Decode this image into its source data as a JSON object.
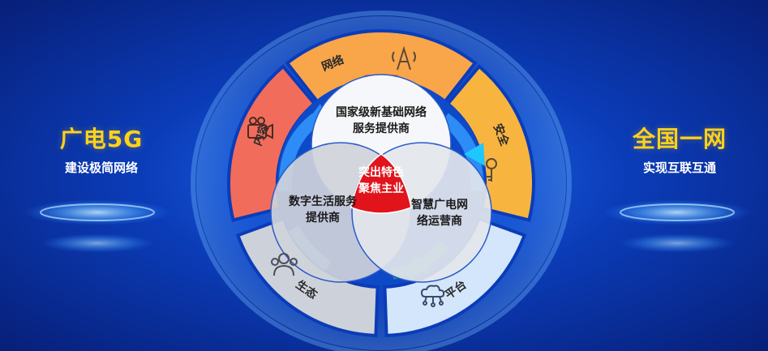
{
  "left_panel": {
    "title": "广电5G",
    "subtitle": "建设极简网络"
  },
  "right_panel": {
    "title": "全国一网",
    "subtitle": "实现互联互通"
  },
  "ring_segments": [
    {
      "label": "网络",
      "icon": "antenna-tower-icon",
      "color": "#f9a54a"
    },
    {
      "label": "安全",
      "icon": "key-icon",
      "color": "#f7b53f"
    },
    {
      "label": "平台",
      "icon": "cloud-network-icon",
      "color": "#d4e6fb"
    },
    {
      "label": "生态",
      "icon": "people-icon",
      "color": "#cdd2da"
    },
    {
      "label": "内容",
      "icon": "video-camera-icon",
      "color": "#f26c5c"
    }
  ],
  "venn": {
    "top": "国家级新基础网络\n服务提供商",
    "left": "数字生活服务\n提供商",
    "right": "智慧广电网\n络运营商",
    "center": "突出特色\n聚焦主业",
    "colors": {
      "top": "#f6f7fa",
      "left": "#cfd3da",
      "right": "#e3e6eb",
      "center": "#e1141b"
    }
  }
}
